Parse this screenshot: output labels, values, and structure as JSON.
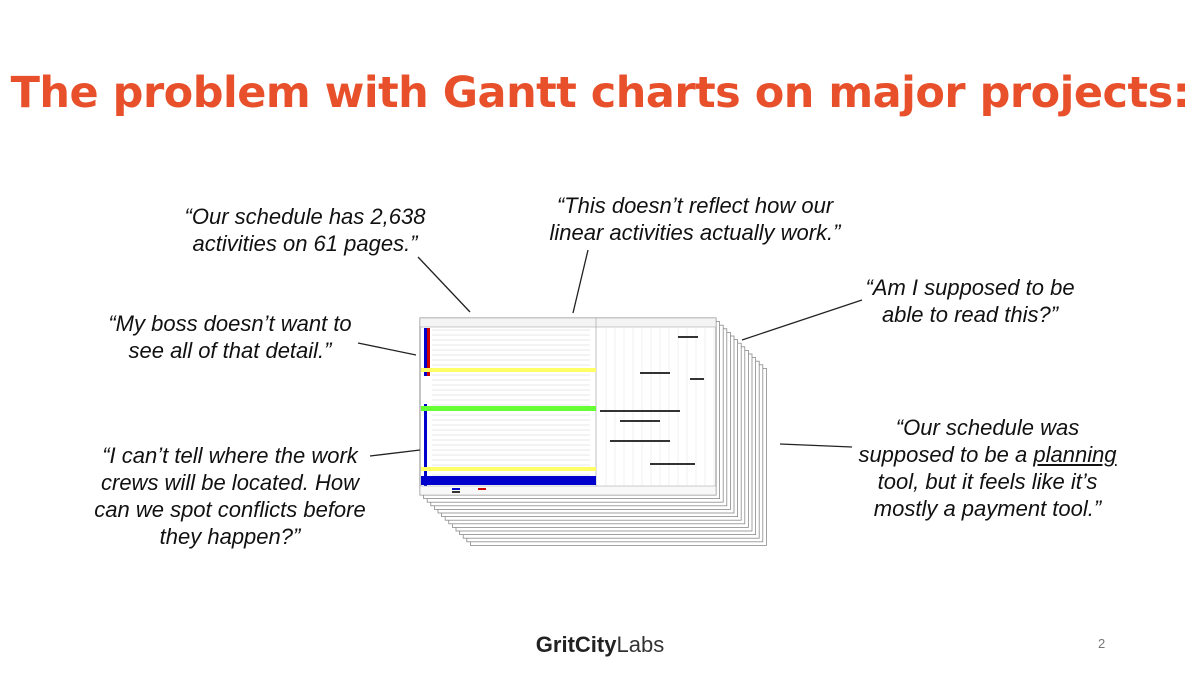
{
  "slide": {
    "title": "The problem with Gantt charts on major projects:",
    "page_number": "2"
  },
  "quotes": {
    "q1": "“Our schedule has 2,638 activities on 61 pages.”",
    "q2": "“This doesn’t reflect how our linear activities actually work.”",
    "q3": "“Am I supposed to be able to read this?”",
    "q4": "“My boss doesn’t want to see all of that detail.”",
    "q5": "“I can’t tell where the work crews will be located. How can we spot conflicts before they happen?”",
    "q6_before": "“Our schedule was supposed to be a ",
    "q6_underlined": "planning",
    "q6_after": " tool, but it feels like it’s mostly a payment tool.”"
  },
  "logo": {
    "bold_part": "GritCity",
    "light_part": "Labs"
  },
  "colors": {
    "title": "#e8502b",
    "gantt_yellow": "#ffff66",
    "gantt_green": "#66ff33",
    "gantt_blue": "#0000cc",
    "gantt_red": "#cc0000"
  }
}
